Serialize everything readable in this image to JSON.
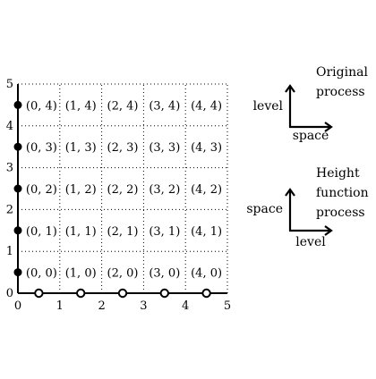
{
  "figure": {
    "x_ticks": [
      "0",
      "1",
      "2",
      "3",
      "4",
      "5"
    ],
    "y_ticks": [
      "0",
      "1",
      "2",
      "3",
      "4",
      "5"
    ],
    "cells": [
      [
        "(0, 0)",
        "(1, 0)",
        "(2, 0)",
        "(3, 0)",
        "(4, 0)"
      ],
      [
        "(0, 1)",
        "(1, 1)",
        "(2, 1)",
        "(3, 1)",
        "(4, 1)"
      ],
      [
        "(0, 2)",
        "(1, 2)",
        "(2, 2)",
        "(3, 2)",
        "(4, 2)"
      ],
      [
        "(0, 3)",
        "(1, 3)",
        "(2, 3)",
        "(3, 3)",
        "(4, 3)"
      ],
      [
        "(0, 4)",
        "(1, 4)",
        "(2, 4)",
        "(3, 4)",
        "(4, 4)"
      ]
    ],
    "filled_dots_y": [
      0.5,
      1.5,
      2.5,
      3.5,
      4.5
    ],
    "open_dots_x": [
      0.5,
      1.5,
      2.5,
      3.5,
      4.5
    ]
  },
  "legend_original": {
    "title_line1": "Original",
    "title_line2": "process",
    "vertical_axis": "level",
    "horizontal_axis": "space"
  },
  "legend_height": {
    "title_line1": "Height",
    "title_line2": "function",
    "title_line3": "process",
    "vertical_axis": "space",
    "horizontal_axis": "level"
  },
  "colors": {
    "ink": "#000000",
    "background": "#ffffff"
  }
}
